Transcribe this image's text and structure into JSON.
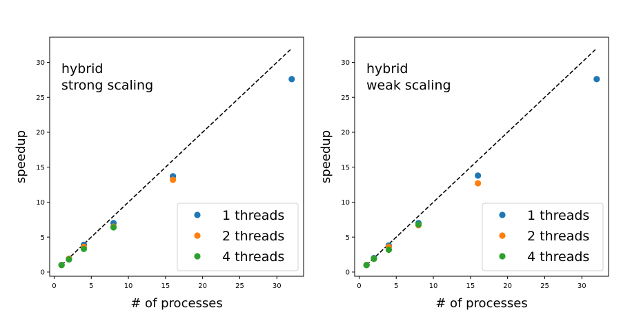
{
  "chart_data": [
    {
      "type": "scatter",
      "title": "",
      "annotation": [
        "hybrid",
        "strong scaling"
      ],
      "xlabel": "# of processes",
      "ylabel": "speedup",
      "xlim": [
        -0.6,
        33.6
      ],
      "ylim": [
        -0.6,
        33.6
      ],
      "xticks": [
        0,
        5,
        10,
        15,
        20,
        25,
        30
      ],
      "yticks": [
        0,
        5,
        10,
        15,
        20,
        25,
        30
      ],
      "grid": false,
      "legend_position": "bottom-right",
      "reference_line": {
        "style": "dashed",
        "color": "#000000",
        "x": [
          1,
          32
        ],
        "y": [
          1,
          32
        ]
      },
      "series": [
        {
          "name": "1 threads",
          "color": "#1f77b4",
          "x": [
            1,
            2,
            4,
            8,
            16,
            32
          ],
          "y": [
            1.0,
            1.9,
            3.9,
            7.0,
            13.7,
            27.6
          ]
        },
        {
          "name": "2 threads",
          "color": "#ff7f0e",
          "x": [
            1,
            2,
            4,
            8,
            16
          ],
          "y": [
            1.0,
            1.9,
            3.6,
            6.5,
            13.2
          ]
        },
        {
          "name": "4 threads",
          "color": "#2ca02c",
          "x": [
            1,
            2,
            4,
            8
          ],
          "y": [
            1.0,
            1.8,
            3.3,
            6.4
          ]
        }
      ]
    },
    {
      "type": "scatter",
      "title": "",
      "annotation": [
        "hybrid",
        "weak scaling"
      ],
      "xlabel": "# of processes",
      "ylabel": "speedup",
      "xlim": [
        -0.6,
        33.6
      ],
      "ylim": [
        -0.6,
        33.6
      ],
      "xticks": [
        0,
        5,
        10,
        15,
        20,
        25,
        30
      ],
      "yticks": [
        0,
        5,
        10,
        15,
        20,
        25,
        30
      ],
      "grid": false,
      "legend_position": "bottom-right",
      "reference_line": {
        "style": "dashed",
        "color": "#000000",
        "x": [
          1,
          32
        ],
        "y": [
          1,
          32
        ]
      },
      "series": [
        {
          "name": "1 threads",
          "color": "#1f77b4",
          "x": [
            1,
            2,
            4,
            8,
            16,
            32
          ],
          "y": [
            1.0,
            2.0,
            3.8,
            7.0,
            13.8,
            27.6
          ]
        },
        {
          "name": "2 threads",
          "color": "#ff7f0e",
          "x": [
            1,
            2,
            4,
            8,
            16
          ],
          "y": [
            1.0,
            1.9,
            3.6,
            6.7,
            12.7
          ]
        },
        {
          "name": "4 threads",
          "color": "#2ca02c",
          "x": [
            1,
            2,
            4,
            8
          ],
          "y": [
            1.0,
            1.9,
            3.2,
            6.8
          ]
        }
      ]
    }
  ]
}
